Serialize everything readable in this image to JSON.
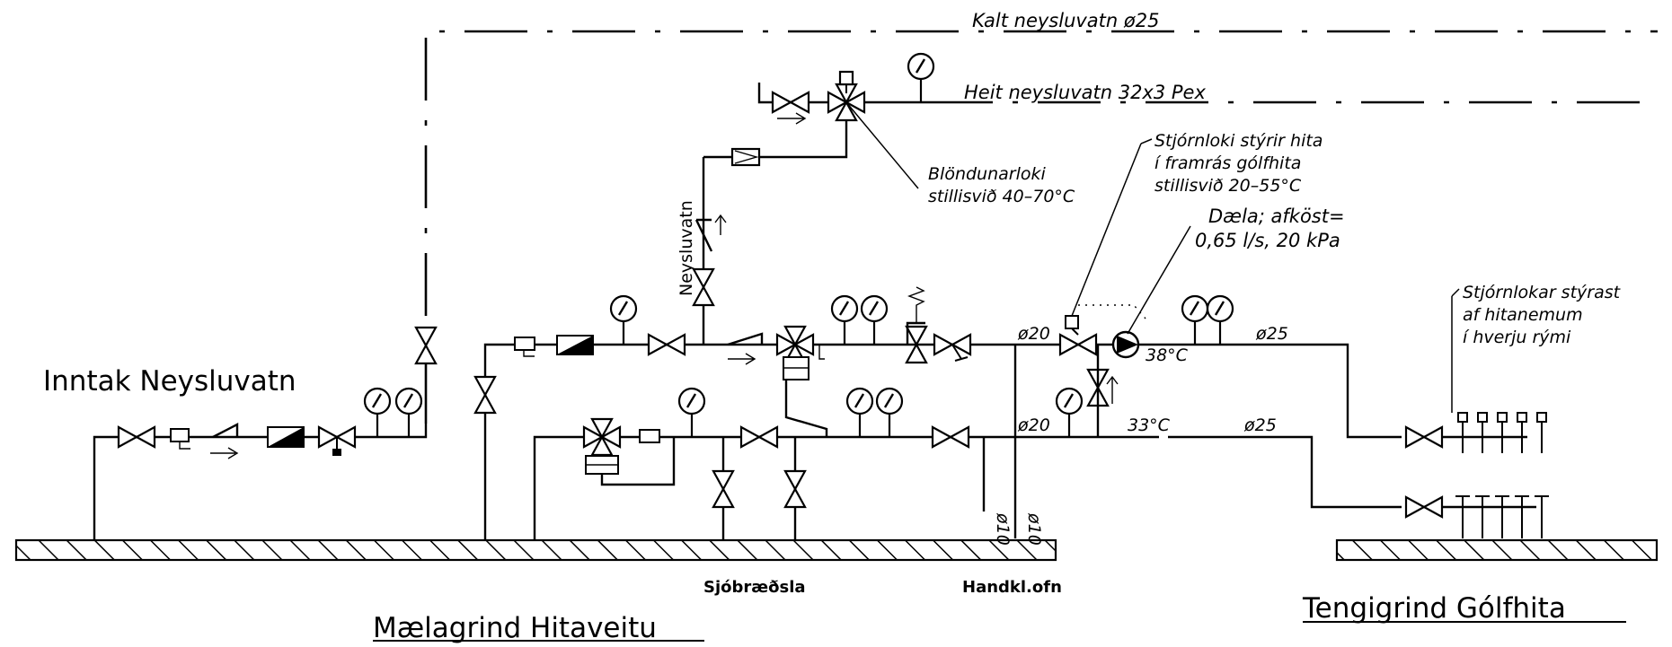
{
  "labels": {
    "kalt": "Kalt neysluvatn  ø25",
    "heit": "Heit neysluvatn  32x3 Pex",
    "blondun_1": "Blöndunarloki",
    "blondun_2": "stillisvið 40–70°C",
    "stjorn_1": "Stjórnloki stýrir hita",
    "stjorn_2": "í framrás gólfhita",
    "stjorn_3": "stillisvið 20–55°C",
    "daela_1": "Dæla; afköst=",
    "daela_2": "0,65 l/s, 20 kPa",
    "stjornlokar_1": "Stjórnlokar stýrast",
    "stjornlokar_2": "af hitanemum",
    "stjornlokar_3": "í hverju rými",
    "neysluvatn_vertical": "Neysluvatn",
    "inntak": "Inntak Neysluvatn",
    "d20_upper": "ø20",
    "d20_lower": "ø20",
    "d25_upper": "ø25",
    "d25_lower": "ø25",
    "t38": "38°C",
    "t33": "33°C",
    "d10_a": "ø10",
    "d10_b": "ø10",
    "sjobraedsla": "Sjóbræðsla",
    "handkl": "Handkl.ofn",
    "maelagrind": "Mælagrind Hitaveitu",
    "tengigrind": "Tengigrind Gólfhita"
  }
}
